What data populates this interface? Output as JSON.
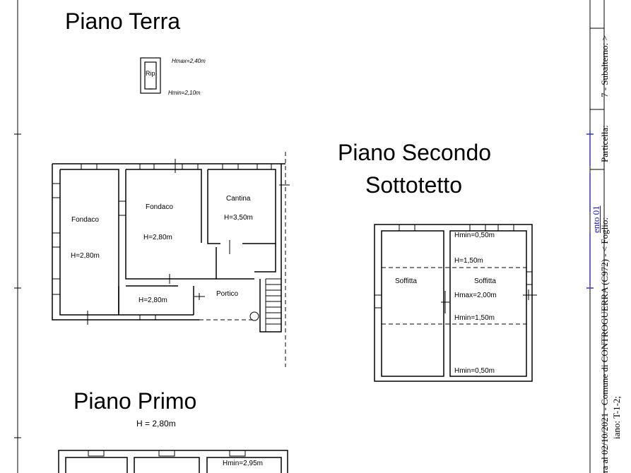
{
  "titles": {
    "ground": "Piano Terra",
    "second": "Piano Secondo",
    "attic": "Sottotetto",
    "first": "Piano Primo"
  },
  "ground_floor": {
    "storage_tag": "Rip.",
    "storage_hmax": "Hmax=2,40m",
    "storage_hmin": "Hmin=2,10m",
    "room1_name": "Fondaco",
    "room1_height": "H=2,80m",
    "room2_name": "Fondaco",
    "room2_height": "H=2,80m",
    "room3_name": "Cantina",
    "room3_height": "H=3,50m",
    "room4_height": "H=2,80m",
    "porch_name": "Portico"
  },
  "second_floor": {
    "left_name": "Soffitta",
    "right_name": "Soffitta",
    "hmin_top": "Hmin=0,50m",
    "h_mid": "H=1,50m",
    "hmax": "Hmax=2,00m",
    "hmin_mid": "Hmin=1,50m",
    "hmin_bottom": "Hmin=0,50m"
  },
  "first_floor": {
    "height": "H = 2,80m",
    "room_hmin": "Hmin=2,95m"
  },
  "margin": {
    "col1": "ra al 02/10/2021 - Comune di CONTROGUERRA (C972) - < Foglio:",
    "col1_link": "ento 01",
    "col2": "iano: T-1-2;",
    "right_top": "7 - Subalterno:  >",
    "right_mid": "Particella:"
  },
  "colors": {
    "ink": "#000000",
    "link": "#1a1aa8",
    "guide": "#3333bb"
  }
}
